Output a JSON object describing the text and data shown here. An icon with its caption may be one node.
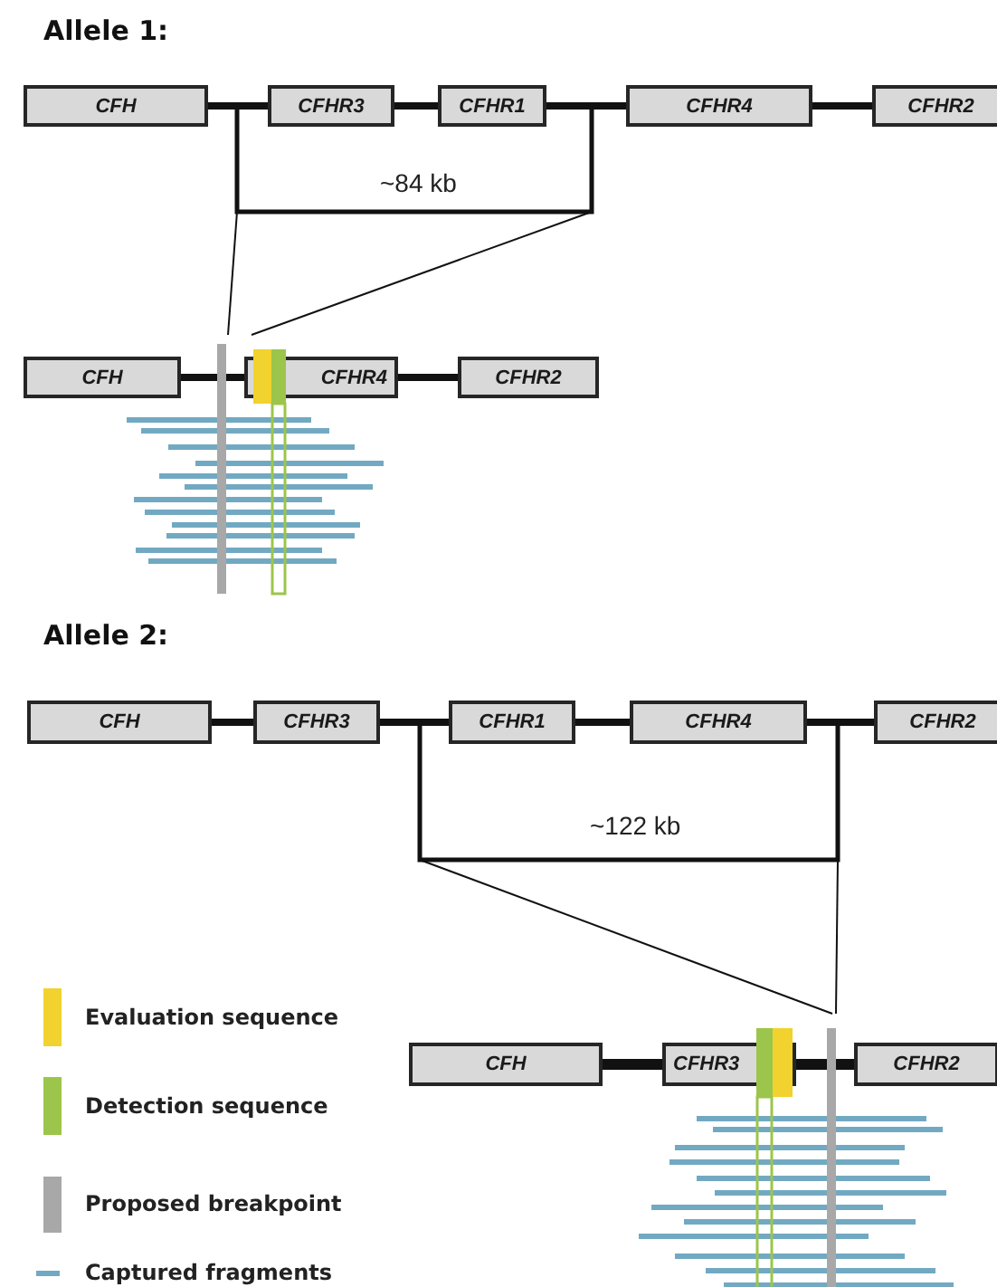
{
  "diagram": {
    "nodes": [
      {
        "text": [
          "CFH"
        ]
      },
      {
        "text": [
          "CFHR3"
        ]
      },
      {
        "text": [
          "CFHR1"
        ]
      },
      {
        "text": [
          "CFHR4"
        ]
      },
      {
        "text": [
          "CFHR2"
        ]
      },
      {
        "text": [
          "CFH"
        ]
      },
      {
        "text": [
          "CFHR4"
        ]
      },
      {
        "text": [
          "CFHR2"
        ]
      },
      {
        "text": [
          "CFH"
        ]
      },
      {
        "text": [
          "CFHR3"
        ]
      },
      {
        "text": [
          "CFHR1"
        ]
      },
      {
        "text": [
          "CFHR4"
        ]
      },
      {
        "text": [
          "CFHR2"
        ]
      },
      {
        "text": [
          "CFH"
        ]
      },
      {
        "text": [
          "CFHR3"
        ]
      },
      {
        "text": [
          "CFHR2"
        ]
      }
    ],
    "edges": [
      {
        "from": 0,
        "to": 1,
        "arrow": "none"
      },
      {
        "from": 1,
        "to": 2,
        "arrow": "none"
      },
      {
        "from": 2,
        "to": 3,
        "arrow": "none"
      },
      {
        "from": 3,
        "to": 4,
        "arrow": "none"
      },
      {
        "from": 5,
        "to": 6,
        "arrow": "none"
      },
      {
        "from": 6,
        "to": 7,
        "arrow": "none"
      },
      {
        "from": 8,
        "to": 9,
        "arrow": "none"
      },
      {
        "from": 9,
        "to": 10,
        "arrow": "none"
      },
      {
        "from": 10,
        "to": 11,
        "arrow": "none"
      },
      {
        "from": 11,
        "to": 12,
        "arrow": "none"
      },
      {
        "from": 13,
        "to": 14,
        "arrow": "none"
      },
      {
        "from": 14,
        "to": 15,
        "arrow": "none"
      }
    ],
    "labels": [
      "Allele 1:",
      "~84 kb",
      "Allele 2:",
      "~122 kb"
    ],
    "legend": [
      {
        "text": "Evaluation sequence",
        "color": "#f2d22e"
      },
      {
        "text": "Detection sequence",
        "color": "#9cc54b"
      },
      {
        "text": "Proposed breakpoint",
        "color": "#a8a8a8"
      },
      {
        "text": "Captured fragments",
        "color": "#72a9c2"
      }
    ]
  }
}
